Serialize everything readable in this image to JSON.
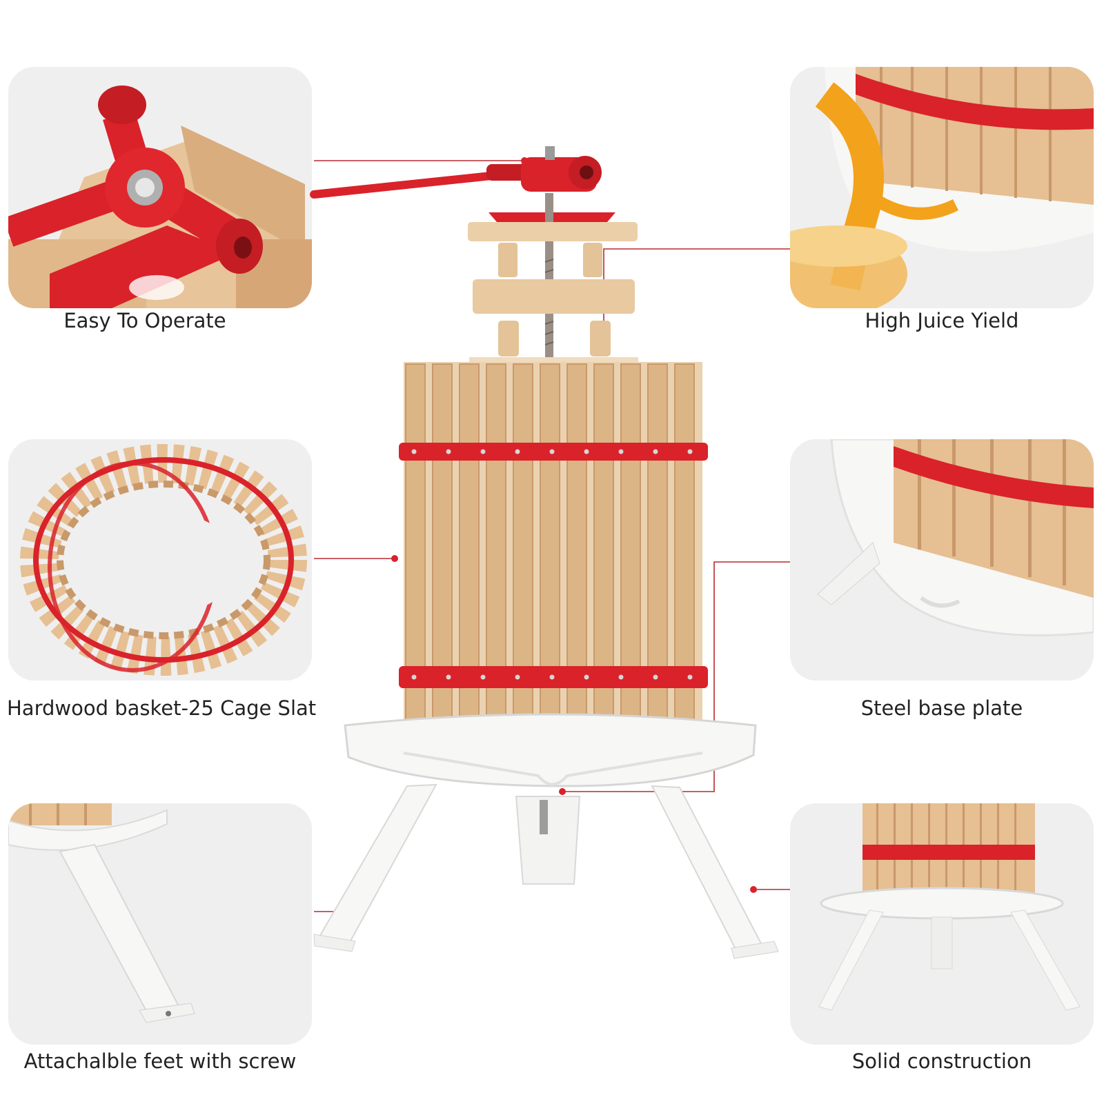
{
  "features": [
    {
      "id": "operate",
      "caption": "Easy To Operate"
    },
    {
      "id": "juice",
      "caption": "High Juice Yield"
    },
    {
      "id": "basket",
      "caption": "Hardwood basket-25 Cage Slat"
    },
    {
      "id": "plate",
      "caption": "Steel base plate"
    },
    {
      "id": "feet",
      "caption": "Attachalble feet with screw"
    },
    {
      "id": "construction",
      "caption": "Solid construction"
    }
  ],
  "colors": {
    "accent_red": "#d9222a",
    "wood": "#e6bf93",
    "wood_dark": "#c9996a",
    "panel_bg": "#efefef",
    "steel_white": "#f7f7f5",
    "juice": "#f3a21b"
  }
}
